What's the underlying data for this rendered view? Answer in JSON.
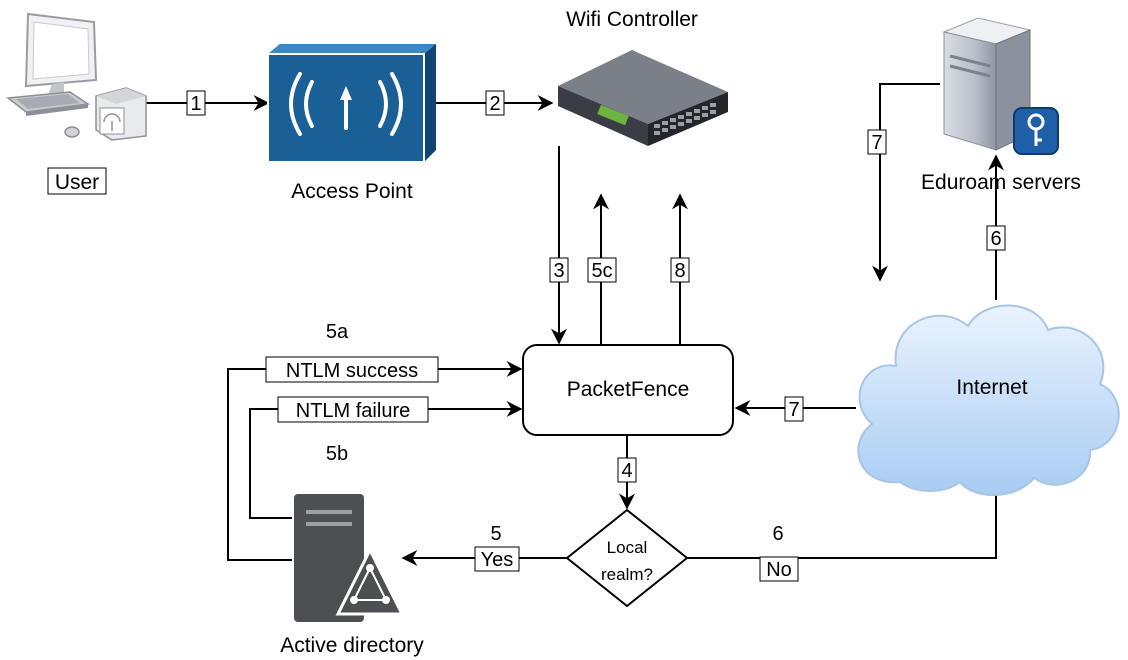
{
  "nodes": {
    "user": "User",
    "access_point": "Access Point",
    "wifi_controller": "Wifi Controller",
    "eduroam": "Eduroam servers",
    "packetfence": "PacketFence",
    "internet": "Internet",
    "active_directory": "Active directory",
    "decision_line1": "Local",
    "decision_line2": "realm?"
  },
  "edges": {
    "e1": "1",
    "e2": "2",
    "e3": "3",
    "e5c": "5c",
    "e8": "8",
    "e7_eduroam": "7",
    "e6_eduroam": "6",
    "e7_internet": "7",
    "e4": "4",
    "e5_num": "5",
    "e5_yes": "Yes",
    "e6_num": "6",
    "e6_no": "No",
    "e5a_num": "5a",
    "e5a_text": "NTLM success",
    "e5b_text": "NTLM failure",
    "e5b_num": "5b"
  },
  "icons": {
    "user": "desktop-computer-icon",
    "access_point": "wireless-access-point-icon",
    "wifi_controller": "network-switch-icon",
    "eduroam": "server-tower-key-icon",
    "internet": "cloud-icon",
    "active_directory": "server-directory-icon"
  },
  "colors": {
    "access_point_blue": "#1a5f96",
    "cloud_blue": "#cfe3fa",
    "edge_stroke": "#000000"
  }
}
